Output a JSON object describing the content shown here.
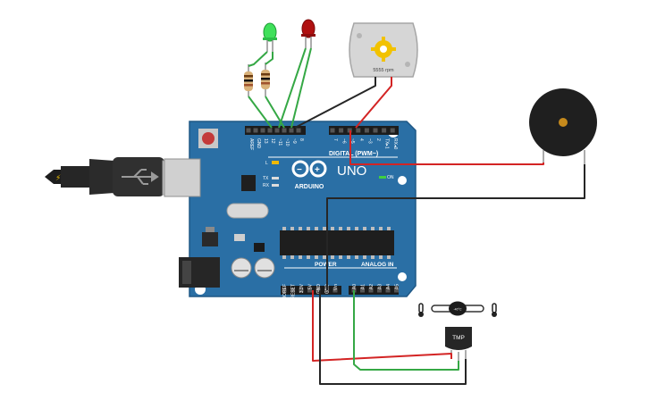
{
  "board": {
    "brand": "ARDUINO",
    "model": "UNO",
    "digital_label": "DIGITAL (PWM~)",
    "power_label": "POWER",
    "analog_label": "ANALOG IN",
    "on_label": "ON",
    "l_label": "L",
    "tx_label": "TX",
    "rx_label": "RX",
    "digital_pins": [
      "AREF",
      "GND",
      "13",
      "12",
      "~11",
      "~10",
      "~9",
      "8",
      "7",
      "~6",
      "~5",
      "4",
      "~3",
      "2",
      "TX▸1",
      "RX◂0"
    ],
    "power_pins": [
      "IOREF",
      "RESET",
      "3.3V",
      "5V",
      "GND",
      "GND",
      "Vin"
    ],
    "analog_pins": [
      "A0",
      "A1",
      "A2",
      "A3",
      "A4",
      "A5"
    ]
  },
  "motor": {
    "rpm_label": "5555 rpm"
  },
  "sensor": {
    "label": "TMP",
    "slider_label": "-40°C"
  },
  "colors": {
    "board": "#2a6fa5",
    "wire_red": "#d32424",
    "wire_black": "#262626",
    "wire_green": "#35a845",
    "led_green": "#3fe05a",
    "led_red": "#b01010"
  }
}
